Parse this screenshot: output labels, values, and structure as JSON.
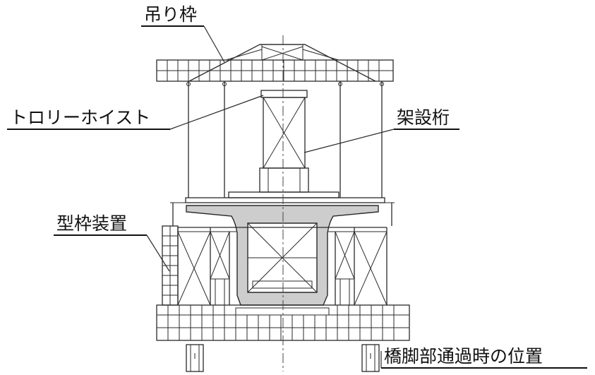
{
  "labels": {
    "hanging_frame": "吊り枠",
    "trolley_hoist": "トロリーホイスト",
    "erection_girder": "架設桁",
    "formwork_device": "型枠装置",
    "pier_passing_position": "橋脚部通過時の位置"
  }
}
